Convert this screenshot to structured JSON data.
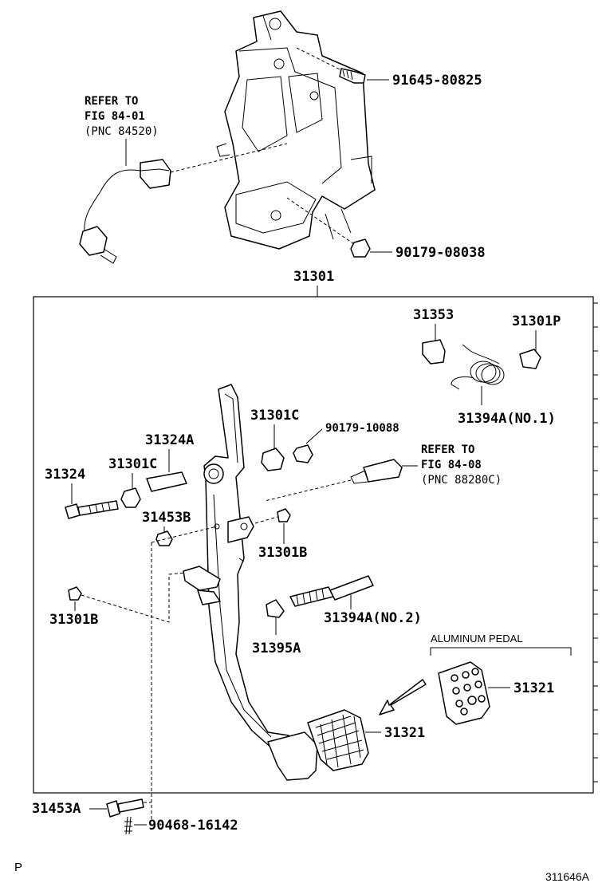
{
  "labels": {
    "p_91645": "91645-80825",
    "refer1_l1": "REFER TO",
    "refer1_l2": "FIG 84-01",
    "refer1_l3": "(PNC 84520)",
    "p_90179_08038": "90179-08038",
    "p_31301": "31301",
    "p_31353": "31353",
    "p_31301P": "31301P",
    "p_31394A_1": "31394A(NO.1)",
    "p_31301C_a": "31301C",
    "p_90179_10088": "90179-10088",
    "p_31324A": "31324A",
    "refer2_l1": "REFER TO",
    "refer2_l2": "FIG 84-08",
    "refer2_l3": "(PNC 88280C)",
    "p_31324": "31324",
    "p_31301C_b": "31301C",
    "p_31453B": "31453B",
    "p_31301B_a": "31301B",
    "p_31301B_b": "31301B",
    "p_31394A_2": "31394A(NO.2)",
    "p_31395A": "31395A",
    "aluminum_pedal": "ALUMINUM PEDAL",
    "p_31321_a": "31321",
    "p_31321_b": "31321",
    "p_31453A": "31453A",
    "p_90468": "90468-16142",
    "corner_p": "P",
    "fig_code": "311646A"
  },
  "colors": {
    "line": "#000000",
    "background": "#ffffff"
  }
}
